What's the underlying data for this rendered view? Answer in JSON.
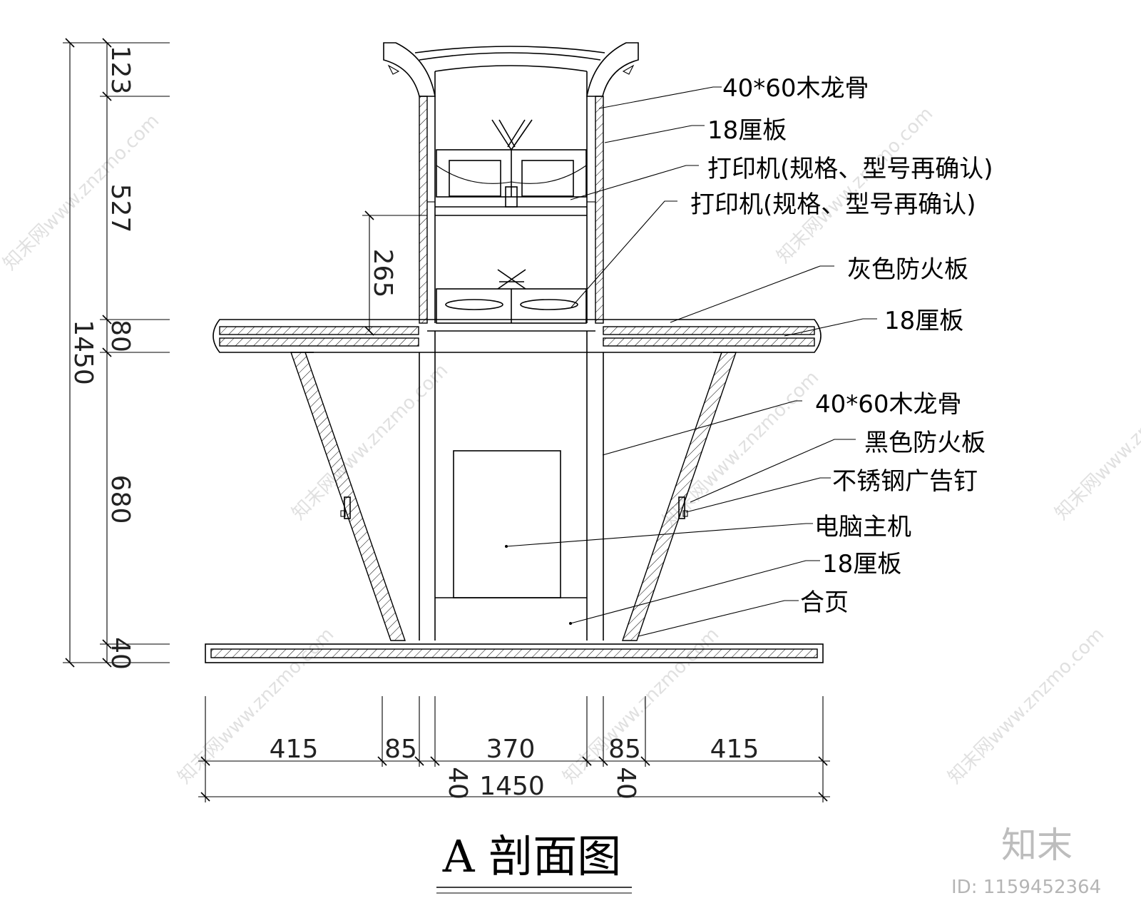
{
  "title": "A 剖面图",
  "labels": {
    "l1": "40*60木龙骨",
    "l2": "18厘板",
    "l3": "打印机(规格、型号再确认)",
    "l4": "打印机(规格、型号再确认)",
    "l5": "灰色防火板",
    "l6": "18厘板",
    "l7": "40*60木龙骨",
    "l8": "黑色防火板",
    "l9": "不锈钢广告钉",
    "l10": "电脑主机",
    "l11": "18厘板",
    "l12": "合页"
  },
  "dimensions": {
    "vertical": {
      "d123": "123",
      "d527": "527",
      "d80": "80",
      "d680": "680",
      "d40": "40",
      "total": "1450",
      "d265": "265"
    },
    "horizontal": {
      "h415a": "415",
      "h85a": "85",
      "h370": "370",
      "h85b": "85",
      "h415b": "415",
      "h40a": "40",
      "h40b": "40",
      "total": "1450"
    }
  },
  "watermark": {
    "logo": "知末",
    "id": "ID: 1159452364",
    "text": "知末网www.znzmo.com"
  }
}
